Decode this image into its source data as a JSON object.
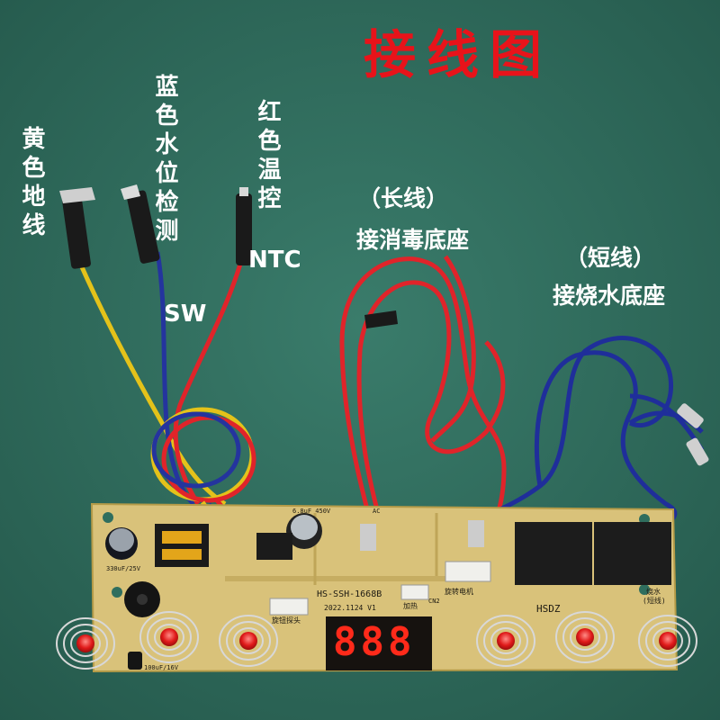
{
  "title": "接线图",
  "labels": {
    "yellow_ground": "黄色地线",
    "blue_water_level": "蓝色水位检测",
    "blue_sw": "SW",
    "red_temp": "红色温控",
    "red_ntc": "NTC",
    "long_wire": "（长线）",
    "long_wire_dest": "接消毒底座",
    "short_wire": "（短线）",
    "short_wire_dest": "接烧水底座"
  },
  "board": {
    "model": "HS-SSH-1668B",
    "date": "2022.1124 V1",
    "brand": "HSDZ",
    "display": "888",
    "cap_large": "6.8uF 450V",
    "cap_small_left": "330uF/25V",
    "cap_small_bottom": "100uF/16V",
    "connector_probe": "旋钮探头",
    "connector_motor": "旋转电机",
    "connector_heat": "加热",
    "relay_label_1": "烧水",
    "relay_label_2": "(短线)",
    "ac_label": "AC",
    "cn_label": "CN2"
  },
  "colors": {
    "background": "#2f6e5e",
    "board": "#d9c27a",
    "title": "#e8131a",
    "wire_yellow": "#e4c21a",
    "wire_blue": "#1f2e9a",
    "wire_red": "#e0242a",
    "display_red": "#ff2a1a"
  },
  "icons": [
    "yellow-ground-wire",
    "blue-sensor-wire",
    "red-ntc-wire",
    "relay",
    "transformer",
    "buzzer",
    "led-spring-button",
    "seven-segment-display"
  ]
}
